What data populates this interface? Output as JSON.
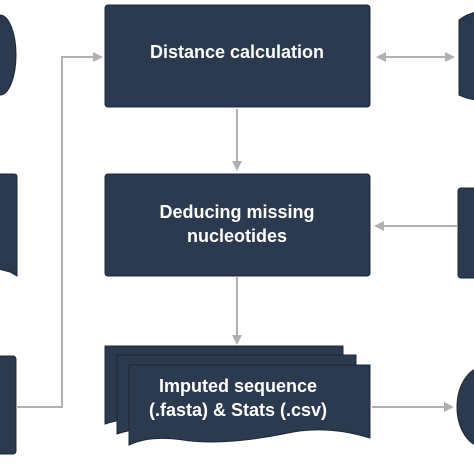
{
  "colors": {
    "node_fill": "#2b3a4e",
    "node_stroke": "#1c2838",
    "node_text": "#ffffff",
    "arrow": "#b0b0b0",
    "background": "#ffffff"
  },
  "nodes": {
    "distance": {
      "lines": [
        "Distance calculation"
      ]
    },
    "deducing": {
      "lines": [
        "Deducing missing",
        "nucleotides"
      ]
    },
    "imputed": {
      "lines": [
        "Imputed sequence",
        "(.fasta) & Stats (.csv)"
      ]
    }
  }
}
